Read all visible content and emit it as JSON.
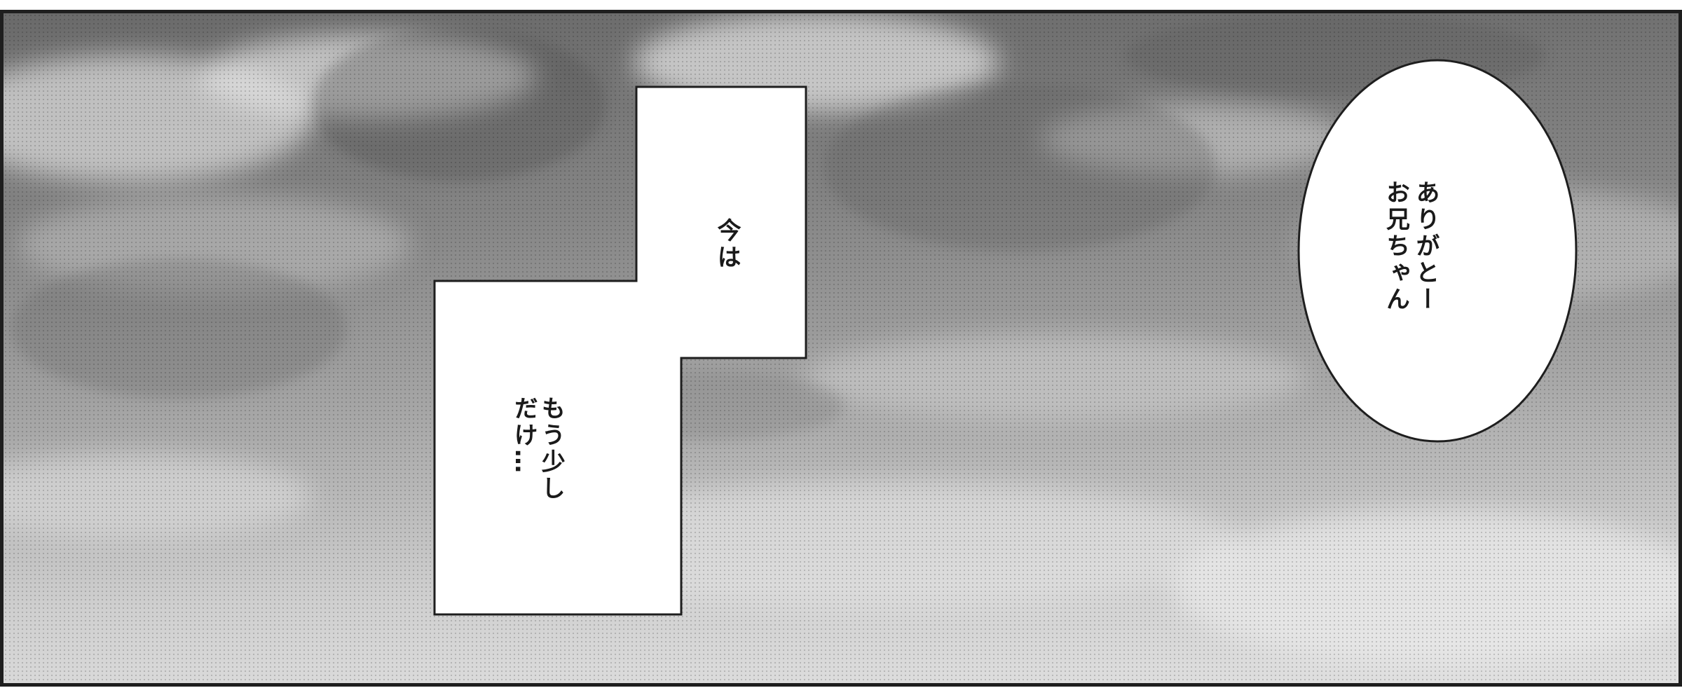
{
  "panel": {
    "caption": {
      "top_line": "今は",
      "bottom_lines": "もう少し\nだけ…"
    },
    "speech_bubble": {
      "lines": "ありがとー\nお兄ちゃん"
    }
  }
}
